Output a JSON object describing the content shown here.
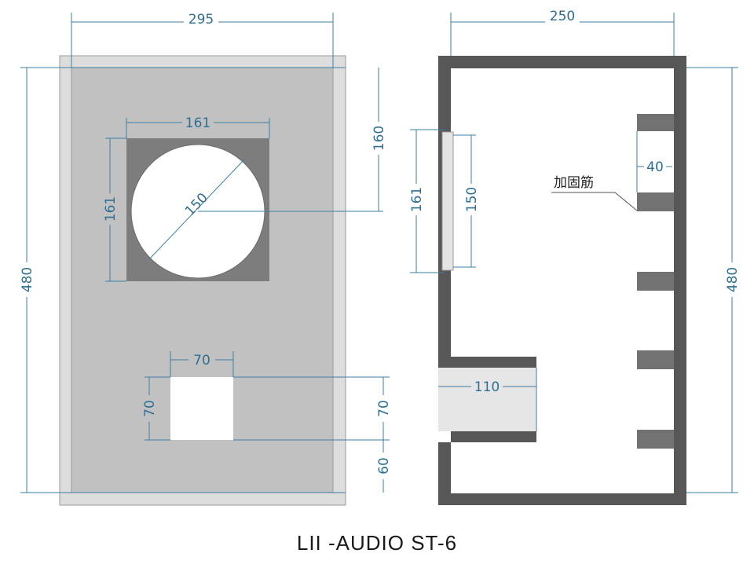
{
  "title": "LII -AUDIO ST-6",
  "colors": {
    "front_baffle": "#c1c1c1",
    "baffle_edge": "#dddddd",
    "cutout": "#7d7d7d",
    "wall": "#575757",
    "brace": "#727272",
    "dimension": "#3d7fa3"
  },
  "front_view": {
    "width": "295",
    "height": "480",
    "driver_square_w": "161",
    "driver_square_h": "161",
    "driver_diameter": "150",
    "driver_to_top": "160",
    "port_width": "70",
    "port_height": "70",
    "port_height_right": "70",
    "port_to_bottom": "60"
  },
  "side_view": {
    "depth": "250",
    "height": "480",
    "baffle_square": "161",
    "driver_diameter": "150",
    "brace_gap": "40",
    "brace_label": "加固筋",
    "port_length": "110"
  }
}
